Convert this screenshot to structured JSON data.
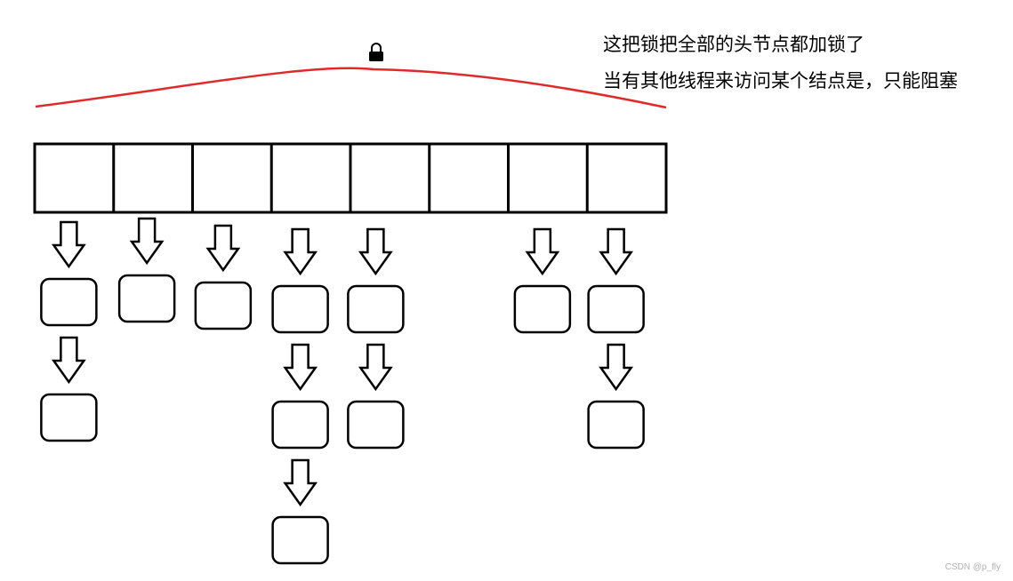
{
  "annotation": {
    "line1": "这把锁把全部的头节点都加锁了",
    "line2": "当有其他线程来访问某个结点是，只能阻塞"
  },
  "lock": {
    "icon": "lock-icon"
  },
  "colors": {
    "lock_curve": "#e02a2a",
    "stroke": "#000000",
    "background": "#ffffff"
  },
  "bucket_array": {
    "bucket_count": 8
  },
  "chains": [
    {
      "bucket": 1,
      "node_count": 2
    },
    {
      "bucket": 2,
      "node_count": 1
    },
    {
      "bucket": 3,
      "node_count": 1
    },
    {
      "bucket": 4,
      "node_count": 3
    },
    {
      "bucket": 5,
      "node_count": 2
    },
    {
      "bucket": 6,
      "node_count": 0
    },
    {
      "bucket": 7,
      "node_count": 1
    },
    {
      "bucket": 8,
      "node_count": 2
    }
  ],
  "watermark": "CSDN @p_fly"
}
